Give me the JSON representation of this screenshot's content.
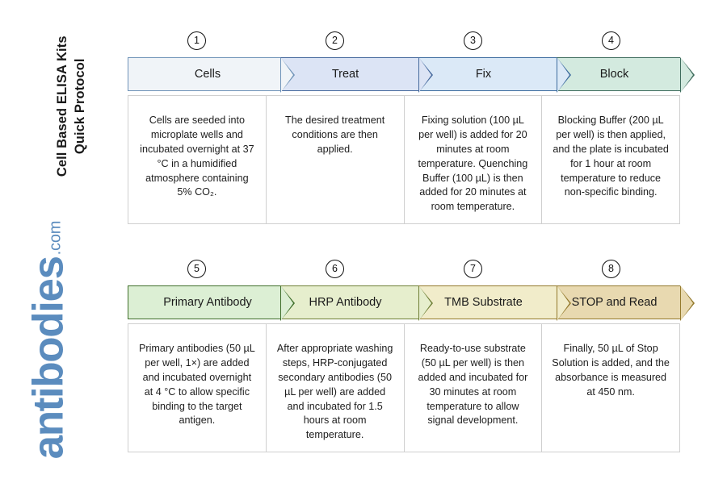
{
  "title": {
    "line1": "Cell Based ELISA Kits",
    "line2": "Quick Protocol"
  },
  "watermark": {
    "name": "antibodies",
    "tld": ".com",
    "color": "#5b8cbe"
  },
  "rows": [
    {
      "id": "row-1",
      "steps": [
        {
          "number": "1",
          "label": "Cells",
          "fill": "#f0f4f8",
          "stroke": "#6f93b8",
          "text": "Cells are seeded into microplate wells and incubated overnight at 37 °C in a humidified atmosphere containing 5% CO₂."
        },
        {
          "number": "2",
          "label": "Treat",
          "fill": "#dce4f5",
          "stroke": "#44689c",
          "text": "The desired treatment conditions are then applied."
        },
        {
          "number": "3",
          "label": "Fix",
          "fill": "#dbe9f7",
          "stroke": "#3c6b9e",
          "text": "Fixing solution (100 µL per well) is added for 20 minutes at room temperature. Quenching Buffer (100 µL) is then added for 20 minutes at room temperature."
        },
        {
          "number": "4",
          "label": "Block",
          "fill": "#d3eadf",
          "stroke": "#3d6b5c",
          "text": "Blocking Buffer (200 µL per well) is then applied, and the plate is incubated for 1 hour at room temperature to reduce non-specific binding."
        }
      ]
    },
    {
      "id": "row-2",
      "steps": [
        {
          "number": "5",
          "label": "Primary Antibody",
          "fill": "#dcefd4",
          "stroke": "#3f6e2a",
          "text": "Primary antibodies (50 µL per well, 1×) are added and incubated overnight at 4 °C to allow specific binding to the target antigen."
        },
        {
          "number": "6",
          "label": "HRP Antibody",
          "fill": "#e6eecd",
          "stroke": "#6f7f36",
          "text": "After appropriate washing steps, HRP-conjugated secondary antibodies (50 µL per well) are added and incubated for 1.5 hours at room temperature."
        },
        {
          "number": "7",
          "label": "TMB Substrate",
          "fill": "#f1ecca",
          "stroke": "#93792c",
          "text": "Ready-to-use substrate (50 µL per well) is then added and incubated for 30 minutes at room temperature to allow signal development."
        },
        {
          "number": "8",
          "label": "STOP and Read",
          "fill": "#e8d9b0",
          "stroke": "#93792c",
          "text": "Finally, 50 µL of Stop Solution is added, and the absorbance is measured at 450 nm."
        }
      ]
    }
  ]
}
